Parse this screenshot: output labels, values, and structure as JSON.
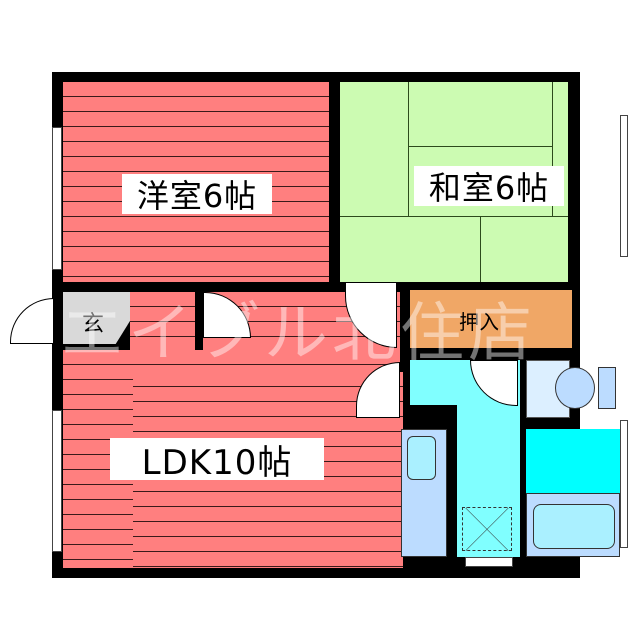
{
  "floor_plan": {
    "rooms": {
      "western_room": {
        "label": "洋室6帖",
        "type": "western-style room",
        "size_jo": 6,
        "color": "#ff7f7f"
      },
      "japanese_room": {
        "label": "和室6帖",
        "type": "tatami room",
        "size_jo": 6,
        "color": "#ccfbb2"
      },
      "ldk": {
        "label": "LDK10帖",
        "type": "living dining kitchen",
        "size_jo": 10,
        "color": "#ff7f7f"
      },
      "entrance": {
        "label": "玄",
        "type": "entrance",
        "color": "#d9d9d9"
      },
      "closet": {
        "label": "押入",
        "type": "closet",
        "color": "#f0a766"
      },
      "washroom": {
        "type": "washroom",
        "color": "#80ffff"
      },
      "toilet": {
        "type": "toilet",
        "color": "#dcefff"
      },
      "bathroom": {
        "type": "bathroom",
        "color": "#00ffff"
      },
      "kitchen": {
        "type": "kitchen counter",
        "color": "#bcdcff"
      }
    },
    "watermark": "エイブル北住店",
    "colors": {
      "wall": "#000000",
      "flooring": "#ff7f7f",
      "tatami": "#ccfbb2",
      "closet": "#f0a766",
      "entrance": "#d9d9d9",
      "washroom": "#80ffff",
      "bath": "#00ffff",
      "fixture": "#bcdcff"
    }
  }
}
